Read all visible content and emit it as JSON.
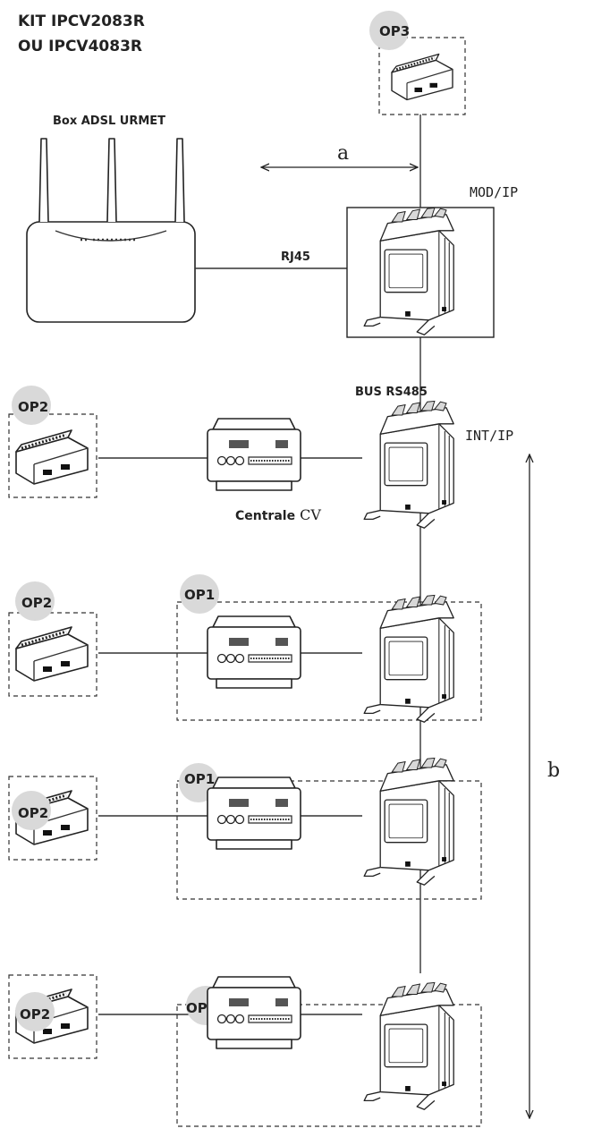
{
  "header": {
    "line1": "KIT  IPCV2083R",
    "line2": "OU IPCV4083R"
  },
  "labels": {
    "router": "Box ADSL URMET",
    "rj45": "RJ45",
    "modip": "MOD/IP",
    "bus": "BUS RS485",
    "intip": "INT/IP",
    "centrale_bold": "Centrale",
    "centrale_rest": " CV",
    "dim_a": "a",
    "dim_b": "b"
  },
  "badges": {
    "op1": "OP1",
    "op2": "OP2",
    "op3": "OP3"
  }
}
